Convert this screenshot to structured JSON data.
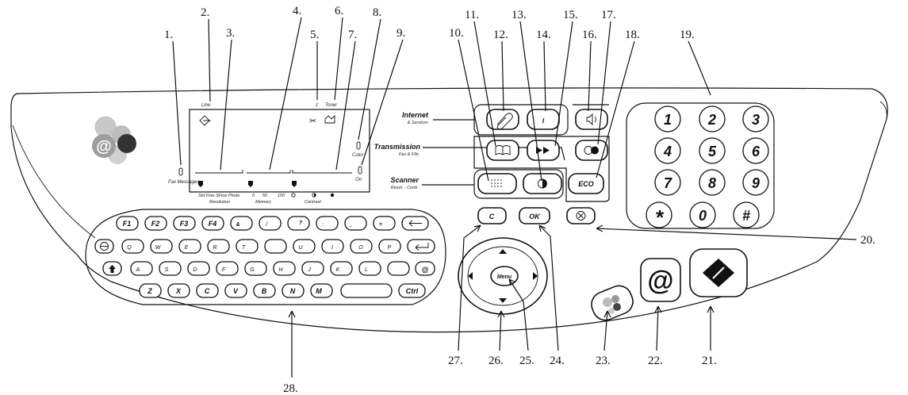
{
  "callouts": {
    "c1": "1.",
    "c2": "2.",
    "c3": "3.",
    "c4": "4.",
    "c5": "5.",
    "c6": "6.",
    "c7": "7.",
    "c8": "8.",
    "c9": "9.",
    "c10": "10.",
    "c11": "11.",
    "c12": "12.",
    "c13": "13.",
    "c14": "14.",
    "c15": "15.",
    "c16": "16.",
    "c17": "17.",
    "c18": "18.",
    "c19": "19.",
    "c20": "20.",
    "c21": "21.",
    "c22": "22.",
    "c23": "23.",
    "c24": "24.",
    "c25": "25.",
    "c26": "26.",
    "c27": "27.",
    "c28": "28."
  },
  "display": {
    "line_label": "Line",
    "counter": "1",
    "toner_label": "Toner",
    "fax_messages": "Fax Messages",
    "color_label": "Color",
    "on_label": "On",
    "resolution_scale": "Std   Fine  SFine  Photo",
    "resolution_label": "Resolution",
    "memory_scale_0": "0",
    "memory_scale_50": "50",
    "memory_scale_100": "100",
    "memory_label": "Memory",
    "contrast_label": "Contrast"
  },
  "groups": {
    "internet": "Internet",
    "internet_sub": "& Services",
    "transmission": "Transmission",
    "transmission_sub": "Fax & Fifo",
    "scanner": "Scanner",
    "scanner_sub": "Resol. - Contr."
  },
  "buttons": {
    "info": "i",
    "eco": "ECO",
    "c": "C",
    "ok": "OK",
    "menu": "Menu"
  },
  "keypad": {
    "k1": "1",
    "k2": "2",
    "k3": "3",
    "k4": "4",
    "k5": "5",
    "k6": "6",
    "k7": "7",
    "k8": "8",
    "k9": "9",
    "kstar": "*",
    "k0": "0",
    "khash": "#"
  },
  "keyboard": {
    "f1": "F1",
    "f2": "F2",
    "f3": "F3",
    "f4": "F4",
    "amp": "&",
    "slash": "/",
    "q": "?",
    "colon": ":",
    "us": "_",
    "eq": "=",
    "Q": "Q",
    "W": "W",
    "E": "E",
    "R": "R",
    "T": "T",
    "U": "U",
    "I": "I",
    "O": "O",
    "P": "P",
    "A": "A",
    "S": "S",
    "D": "D",
    "F": "F",
    "G": "G",
    "H": "H",
    "J": "J",
    "K": "K",
    "L": "L",
    "at": "@",
    "Z": "Z",
    "X": "X",
    "C": "C",
    "V": "V",
    "B": "B",
    "N": "N",
    "M": "M",
    "ctrl": "Ctrl"
  }
}
